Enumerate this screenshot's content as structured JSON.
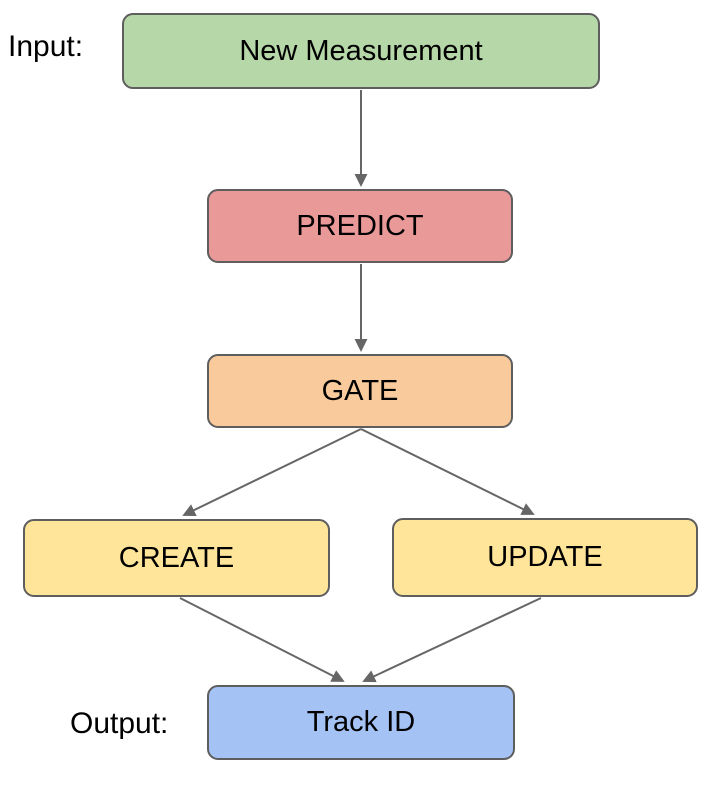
{
  "diagram": {
    "input_label": "Input:",
    "output_label": "Output:",
    "nodes": {
      "new_measurement": {
        "label": "New Measurement",
        "fill": "#b6d7a8"
      },
      "predict": {
        "label": "PREDICT",
        "fill": "#ea9999"
      },
      "gate": {
        "label": "GATE",
        "fill": "#f9cb9c"
      },
      "create": {
        "label": "CREATE",
        "fill": "#ffe599"
      },
      "update": {
        "label": "UPDATE",
        "fill": "#ffe599"
      },
      "track_id": {
        "label": "Track ID",
        "fill": "#a4c2f4"
      }
    },
    "edges": [
      {
        "from": "new_measurement",
        "to": "predict"
      },
      {
        "from": "predict",
        "to": "gate"
      },
      {
        "from": "gate",
        "to": "create"
      },
      {
        "from": "gate",
        "to": "update"
      },
      {
        "from": "create",
        "to": "track_id"
      },
      {
        "from": "update",
        "to": "track_id"
      }
    ],
    "colors": {
      "node_border": "#5e5e5e",
      "arrow": "#666666",
      "text": "#000000",
      "background": "#ffffff"
    }
  }
}
